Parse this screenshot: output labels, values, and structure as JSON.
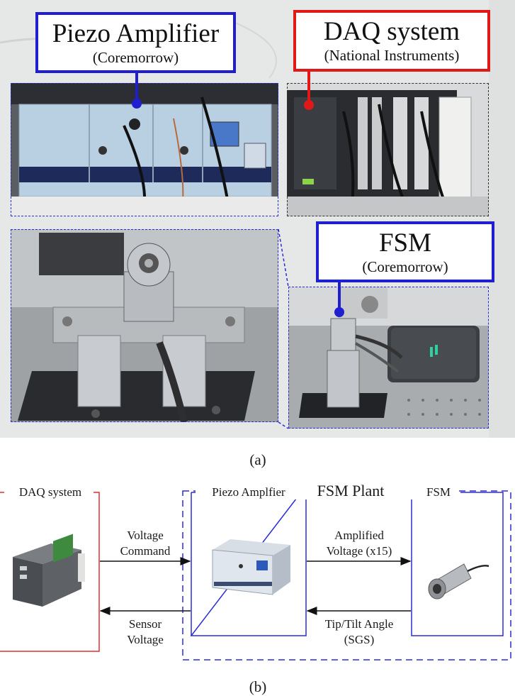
{
  "figure": {
    "panel_a": {
      "caption": "(a)",
      "labels": {
        "piezo_amplifier": {
          "title": "Piezo Amplifier",
          "subtitle": "(Coremorrow)"
        },
        "daq_system": {
          "title": "DAQ system",
          "subtitle": "(National Instruments)"
        },
        "fsm": {
          "title": "FSM",
          "subtitle": "(Coremorrow)"
        }
      },
      "colors": {
        "piezo_frame": "#1f1fd0",
        "daq_frame": "#e01818",
        "fsm_frame": "#1f1fd0"
      }
    },
    "panel_b": {
      "caption": "(b)",
      "plant_title": "FSM Plant",
      "blocks": {
        "daq": "DAQ system",
        "piezo": "Piezo Amplfier",
        "fsm": "FSM"
      },
      "arrows": {
        "voltage_command": [
          "Voltage",
          "Command"
        ],
        "amplified_voltage": [
          "Amplified",
          "Voltage (x15)"
        ],
        "tip_tilt": [
          "Tip/Tilt Angle",
          "(SGS)"
        ],
        "sensor_voltage": [
          "Sensor",
          "Voltage"
        ]
      },
      "colors": {
        "daq_block": "#e03030",
        "piezo_block": "#2b2bd6",
        "fsm_block": "#2b2bd6",
        "plant_frame": "#2b2bd6"
      }
    }
  }
}
